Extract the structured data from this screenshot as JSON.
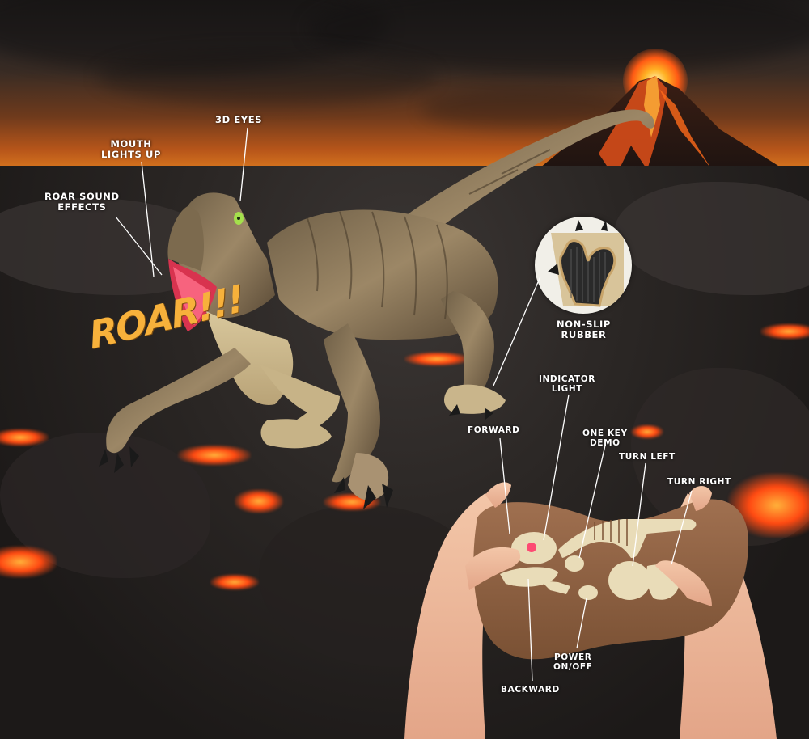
{
  "product": {
    "description": "Remote control velociraptor dinosaur toy with controller, volcanic background"
  },
  "callouts": {
    "eyes": "3D EYES",
    "mouth_line1": "MOUTH",
    "mouth_line2": "LIGHTS UP",
    "roar_line1": "ROAR SOUND",
    "roar_line2": "EFFECTS",
    "roar_text": "ROAR!!!",
    "rubber_line1": "NON-SLIP",
    "rubber_line2": "RUBBER",
    "indicator_line1": "INDICATOR",
    "indicator_line2": "LIGHT",
    "forward": "FORWARD",
    "demo_line1": "ONE KEY",
    "demo_line2": "DEMO",
    "turn_left": "TURN LEFT",
    "turn_right": "TURN RIGHT",
    "power_line1": "POWER",
    "power_line2": "ON/OFF",
    "backward": "BACKWARD"
  },
  "colors": {
    "roar": "#f7b13b",
    "label": "#ffffff",
    "lava": "#ff4a12",
    "controller": "#8b5e3c",
    "bone": "#e9dcb8",
    "dino_body": "#9c8766",
    "mouth": "#e0405a",
    "eye": "#9fe04a"
  }
}
